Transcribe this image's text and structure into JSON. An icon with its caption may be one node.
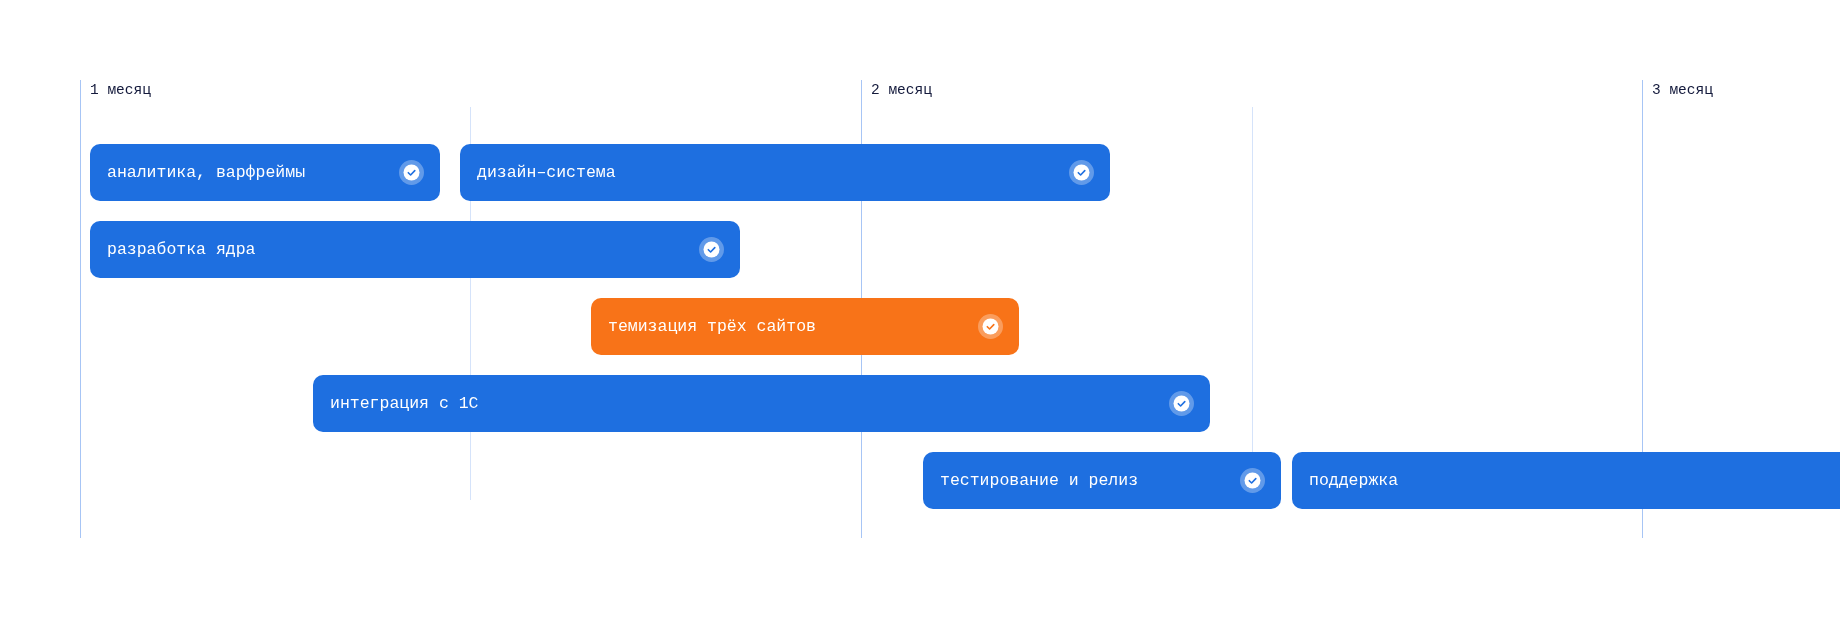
{
  "diagram": {
    "nodes": [
      {
        "text": [
          "аналитика, варфреймы"
        ]
      },
      {
        "text": [
          "дизайн–система"
        ]
      },
      {
        "text": [
          "разработка ядра"
        ]
      },
      {
        "text": [
          "темизация трёх сайтов"
        ]
      },
      {
        "text": [
          "интеграция с 1С"
        ]
      },
      {
        "text": [
          "тестирование и релиз"
        ]
      },
      {
        "text": [
          "поддержка"
        ]
      }
    ],
    "labels": [
      "1 месяц",
      "2 месяц",
      "3 месяц"
    ]
  }
}
